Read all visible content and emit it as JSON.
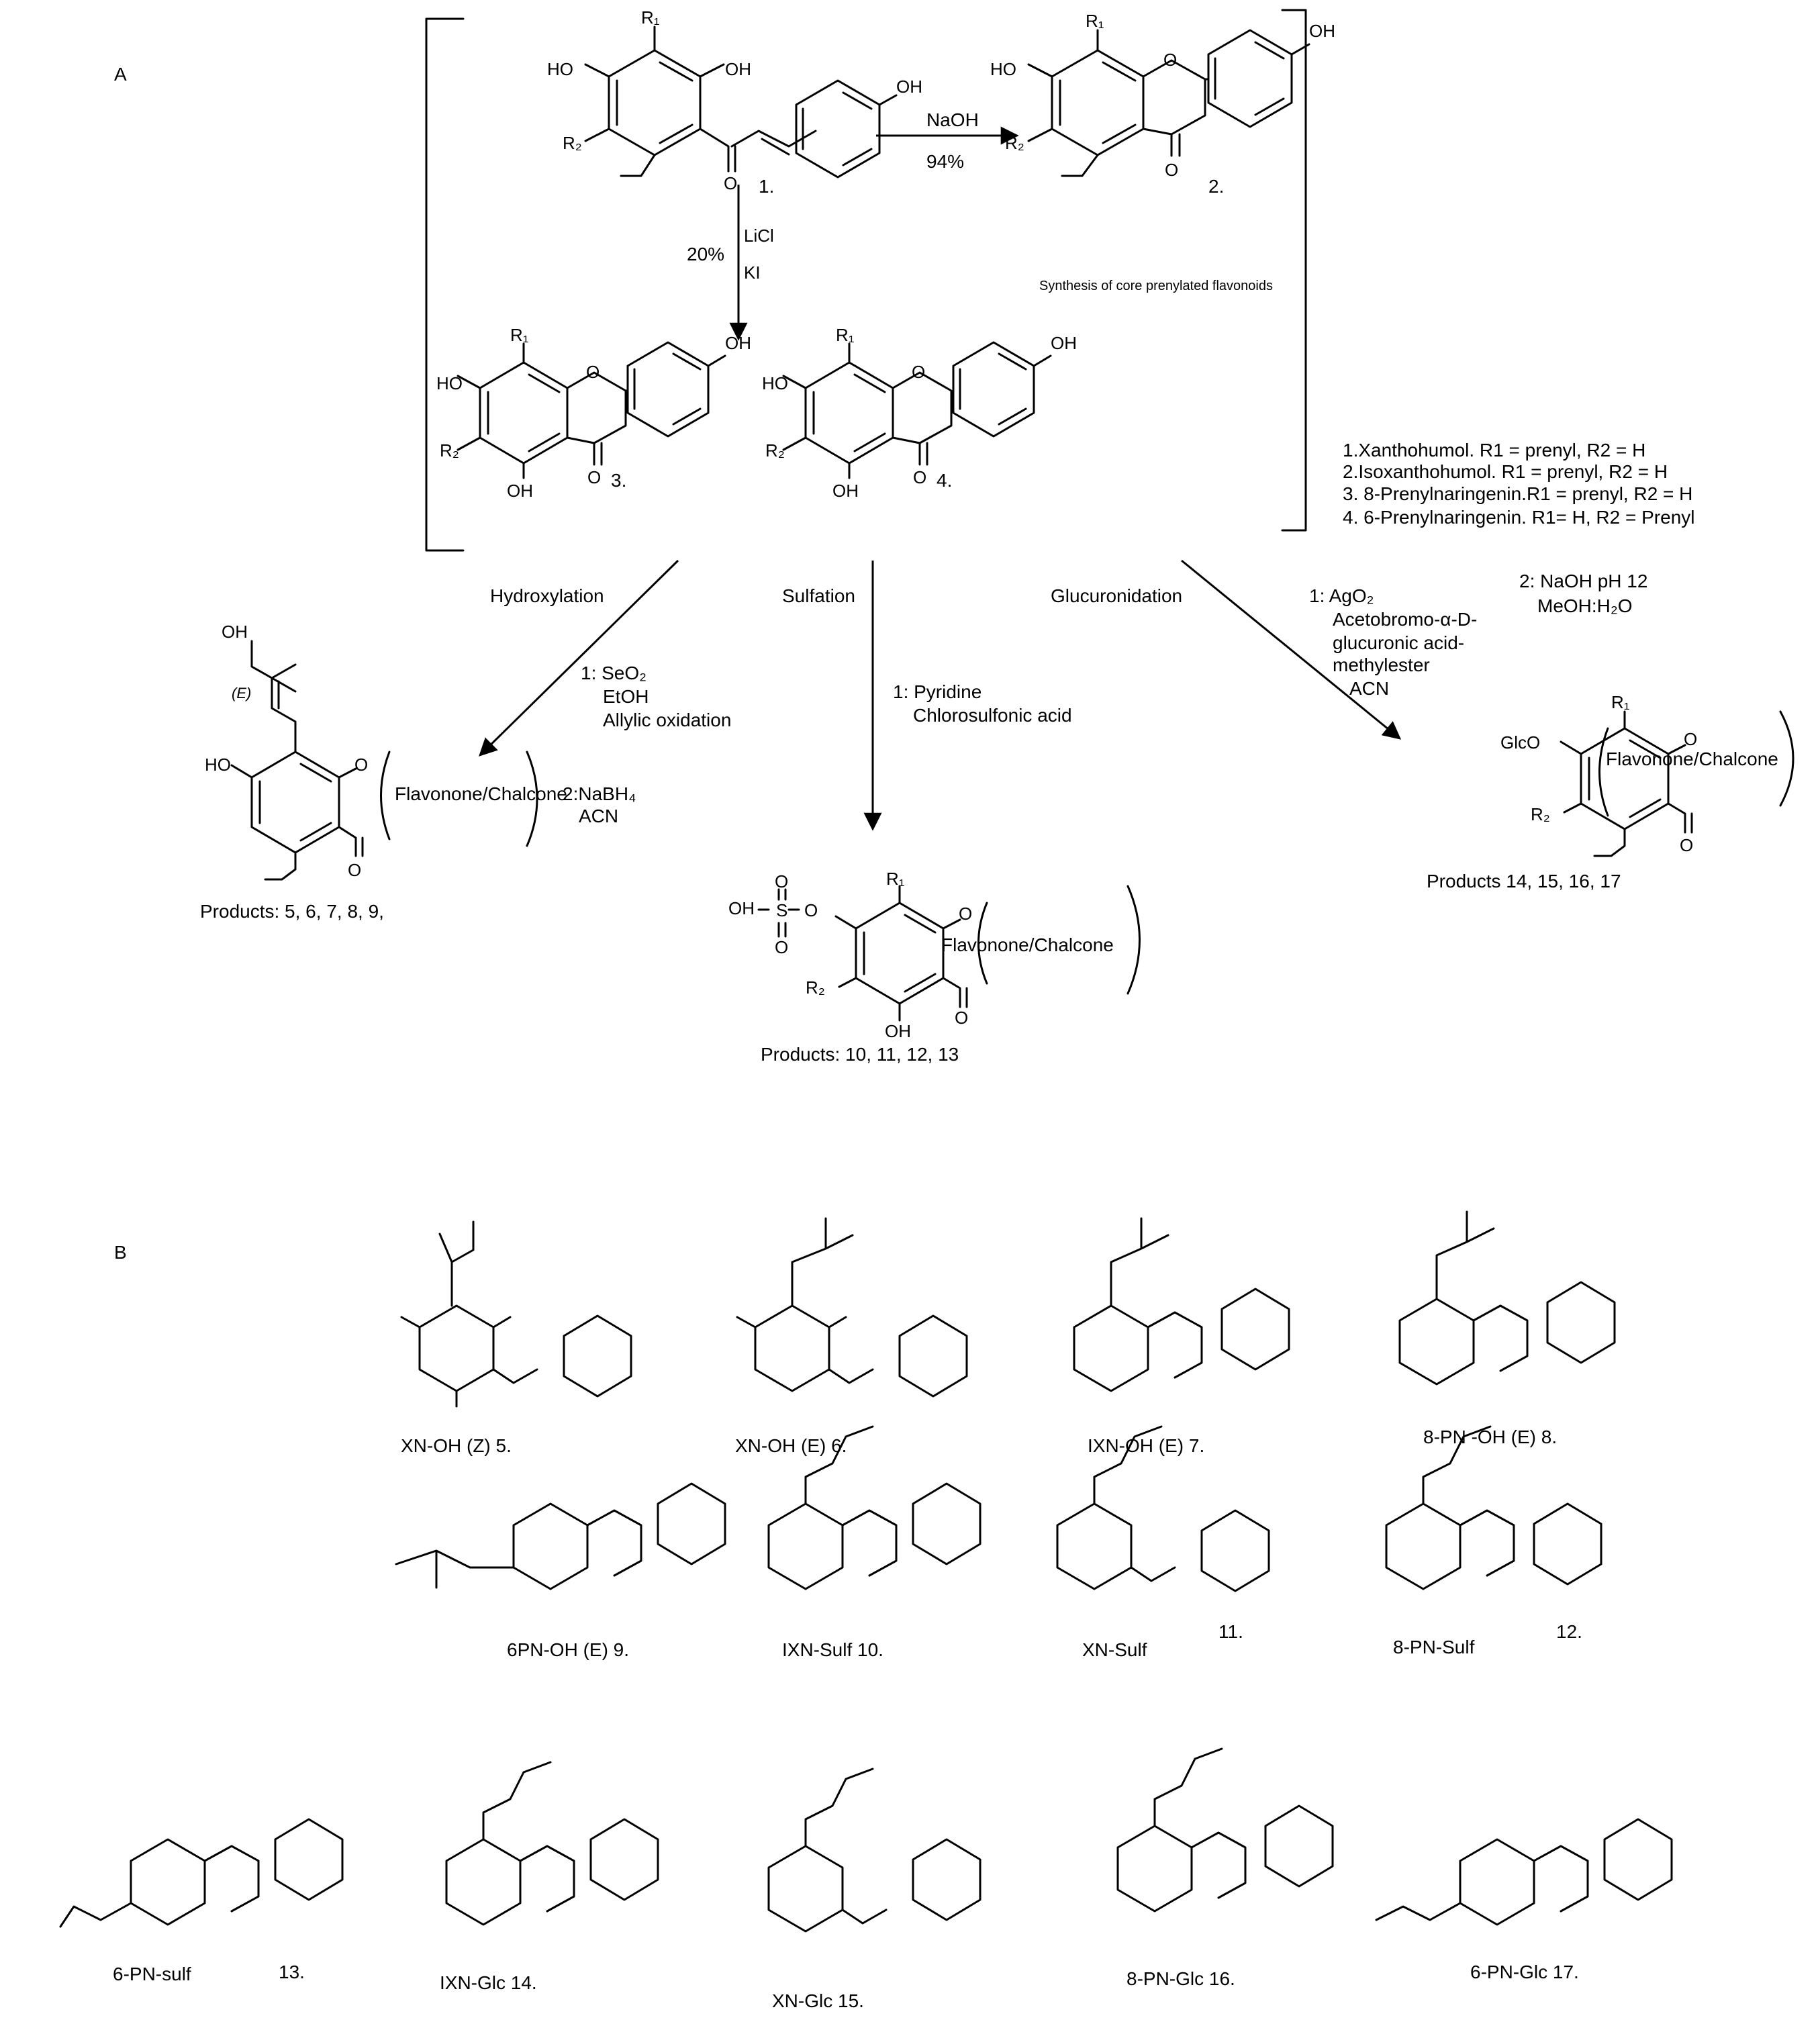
{
  "panel_a": {
    "label": "A",
    "bracket_title": "Synthesis of core prenylated flavonoids",
    "legend": [
      "1.Xanthohumol. R1 = prenyl, R2 = H",
      "2.Isoxanthohumol. R1 = prenyl, R2 = H",
      "3. 8-Prenylnaringenin.R1 = prenyl, R2 = H",
      "4. 6-Prenylnaringenin. R1= H, R2 = Prenyl"
    ],
    "compounds": {
      "c1": "1.",
      "c2": "2.",
      "c3": "3.",
      "c4": "4."
    },
    "rxn_1_to_2": {
      "reagent": "NaOH",
      "yield": "94%"
    },
    "rxn_1_to_34": {
      "yield": "20%",
      "reagent_1": "LiCl",
      "reagent_2": "KI"
    },
    "hydroxylation": {
      "title": "Hydroxylation",
      "step1_a": "1: SeO₂",
      "step1_b": "EtOH",
      "step1_c": "Allylic oxidation",
      "step2_a": "2:NaBH₄",
      "step2_b": "ACN",
      "scaffold": "Flavonone/Chalcone",
      "products": "Products: 5, 6, 7, 8, 9,"
    },
    "sulfation": {
      "title": "Sulfation",
      "step1_a": "1: Pyridine",
      "step1_b": "Chlorosulfonic acid",
      "scaffold": "Flavonone/Chalcone",
      "products": "Products: 10, 11, 12, 13"
    },
    "glucuronidation": {
      "title": "Glucuronidation",
      "step1_a": "1:  AgO₂",
      "step1_b": "Acetobromo-α-D-",
      "step1_c": "glucuronic acid-",
      "step1_d": "methylester",
      "step1_e": "ACN",
      "step2_a": "2: NaOH pH 12",
      "step2_b": "MeOH:H₂O",
      "scaffold": "Flavonone/Chalcone",
      "products": "Products 14, 15, 16, 17"
    }
  },
  "panel_b": {
    "label": "B",
    "products": [
      "XN-OH (Z)  5.",
      "XN-OH (E) 6.",
      "IXN-OH (E)  7.",
      "8-PN -OH (E)  8.",
      "6PN-OH (E)     9.",
      "IXN-Sulf   10.",
      "XN-Sulf",
      "11.",
      "8-PN-Sulf",
      "12.",
      "6-PN-sulf",
      "13.",
      "IXN-Glc 14.",
      "XN-Glc 15.",
      "8-PN-Glc 16.",
      "6-PN-Glc 17."
    ]
  },
  "atoms": {
    "oh": "OH",
    "ho": "HO",
    "o": "O",
    "r1": "R₁",
    "r2": "R₂",
    "glc": "GlcO",
    "s": "S",
    "z": "(Z)",
    "e": "(E)"
  }
}
